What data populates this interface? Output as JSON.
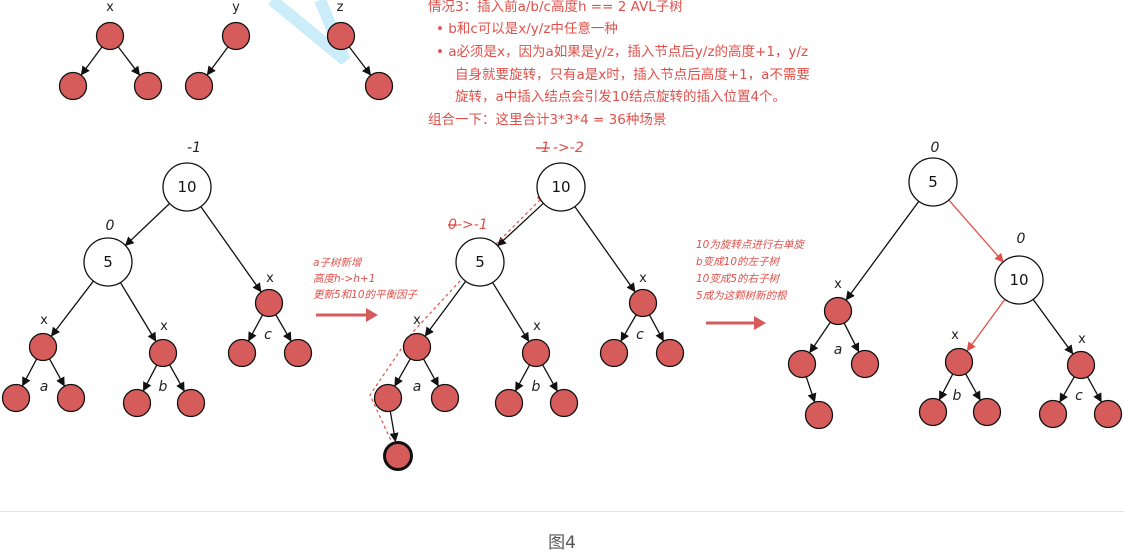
{
  "colors": {
    "node": "#d65c5c",
    "stroke": "#111111",
    "accent": "#e0504a",
    "watermark": "#9fdcf3"
  },
  "top": {
    "labels": [
      "x",
      "y",
      "z"
    ],
    "desc_lines": [
      "情况3：插入前a/b/c高度h == 2 AVL子树",
      "• b和c可以是x/y/z中任意一种",
      "• a必须是x，因为a如果是y/z，插入节点后y/z的高度+1，y/z",
      "自身就要旋转，只有a是x时，插入节点后高度+1，a不需要",
      "旋转，a中插入结点会引发10结点旋转的插入位置4个。",
      "组合一下：这里合计3*3*4 = 36种场景"
    ]
  },
  "tree1": {
    "root": "10",
    "child": "5",
    "root_bf": "-1",
    "child_bf": "0",
    "x": "x",
    "a": "a",
    "b": "b",
    "c": "c"
  },
  "arrow1_note": [
    "a子树新增",
    "高度h->h+1",
    "更新5和10的平衡因子"
  ],
  "tree2": {
    "root": "10",
    "child": "5",
    "root_bf_old": "-1",
    "root_bf_new": "->-2",
    "child_bf_old": "0",
    "child_bf_new": "->-1",
    "x": "x",
    "a": "a",
    "b": "b",
    "c": "c"
  },
  "arrow2_note": [
    "10为旋转点进行右单旋",
    "b变成10的左子树",
    "10变成5的右子树",
    "5成为这颗树新的根"
  ],
  "tree3": {
    "root": "5",
    "child": "10",
    "root_bf": "0",
    "child_bf": "0",
    "x": "x",
    "a": "a",
    "b": "b",
    "c": "c"
  },
  "caption": "图4"
}
